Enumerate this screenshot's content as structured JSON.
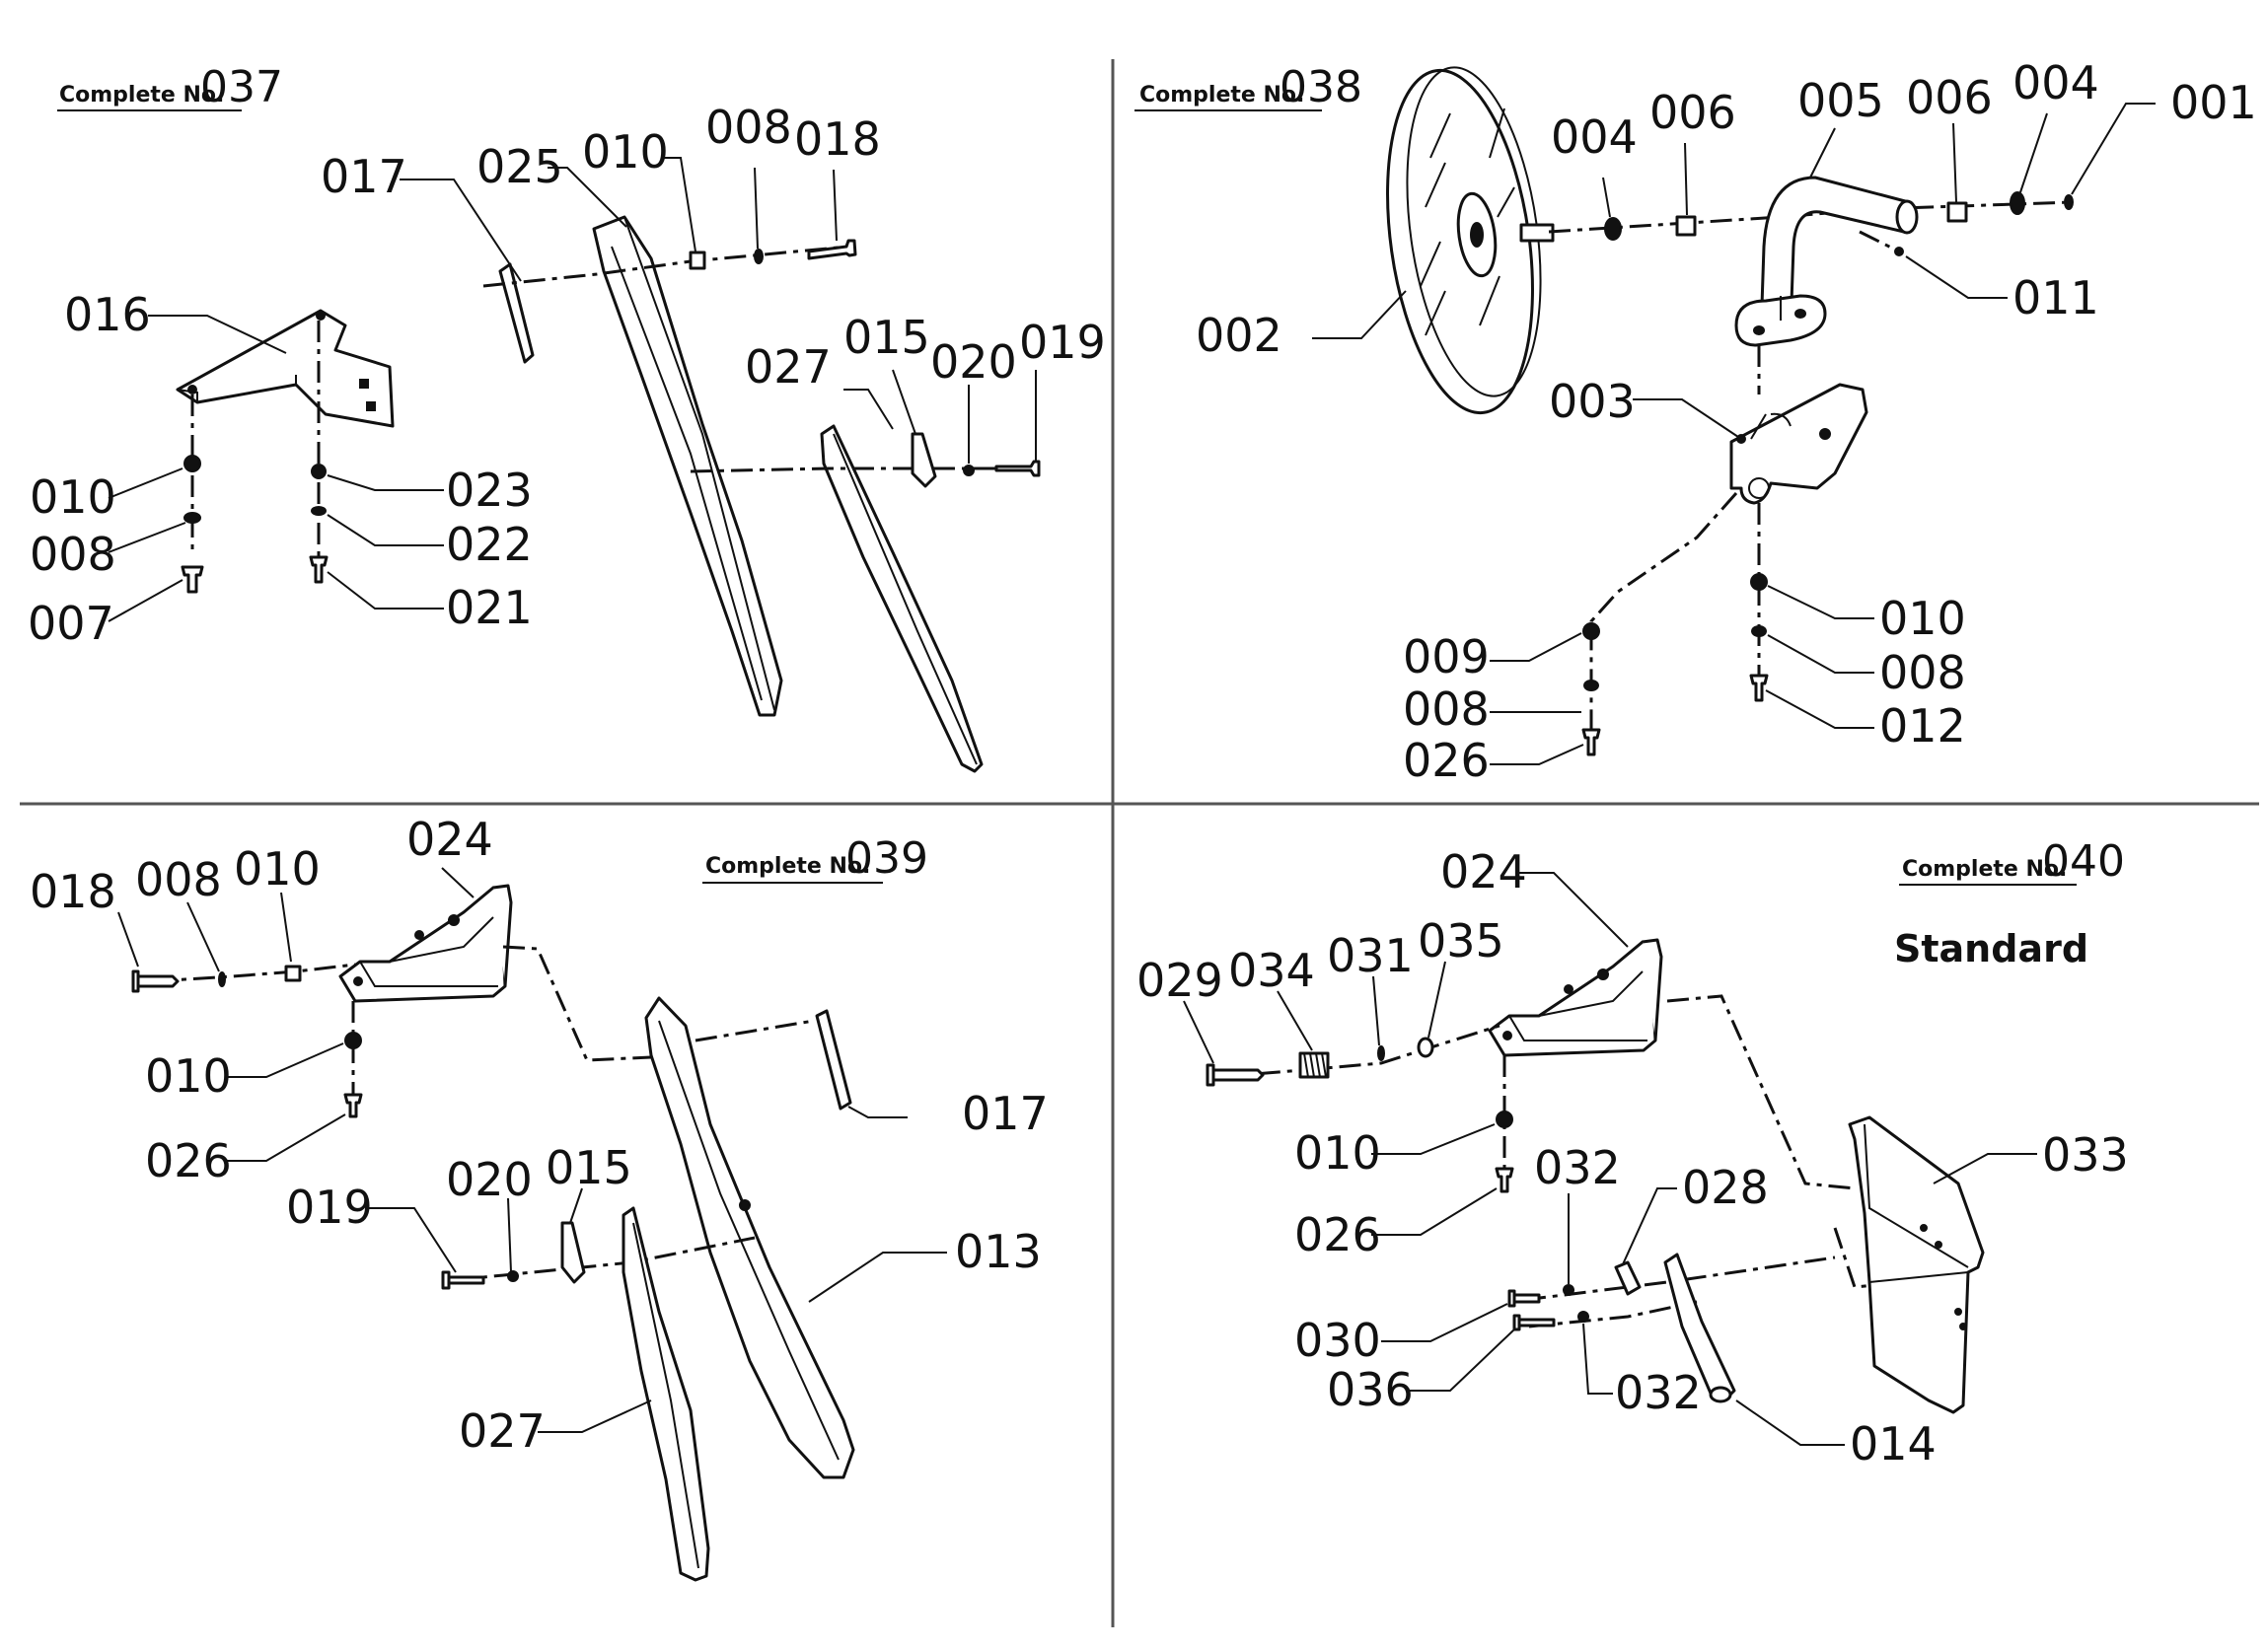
{
  "panels": [
    {
      "complete_label": "Complete No.",
      "complete_number": "037",
      "parts": [
        "017",
        "025",
        "010",
        "008",
        "018",
        "016",
        "027",
        "015",
        "020",
        "019",
        "010",
        "008",
        "007",
        "023",
        "022",
        "021"
      ]
    },
    {
      "complete_label": "Complete No.",
      "complete_number": "038",
      "parts": [
        "004",
        "006",
        "005",
        "006",
        "004",
        "001",
        "011",
        "002",
        "003",
        "010",
        "009",
        "008",
        "008",
        "026",
        "012"
      ]
    },
    {
      "complete_label": "Complete No.",
      "complete_number": "039",
      "parts": [
        "024",
        "018",
        "008",
        "010",
        "010",
        "026",
        "017",
        "019",
        "020",
        "015",
        "013",
        "027"
      ]
    },
    {
      "complete_label": "Complete No.",
      "complete_number": "040",
      "variant": "Standard",
      "parts": [
        "024",
        "029",
        "034",
        "031",
        "035",
        "033",
        "010",
        "032",
        "028",
        "026",
        "030",
        "036",
        "032",
        "014"
      ]
    }
  ]
}
